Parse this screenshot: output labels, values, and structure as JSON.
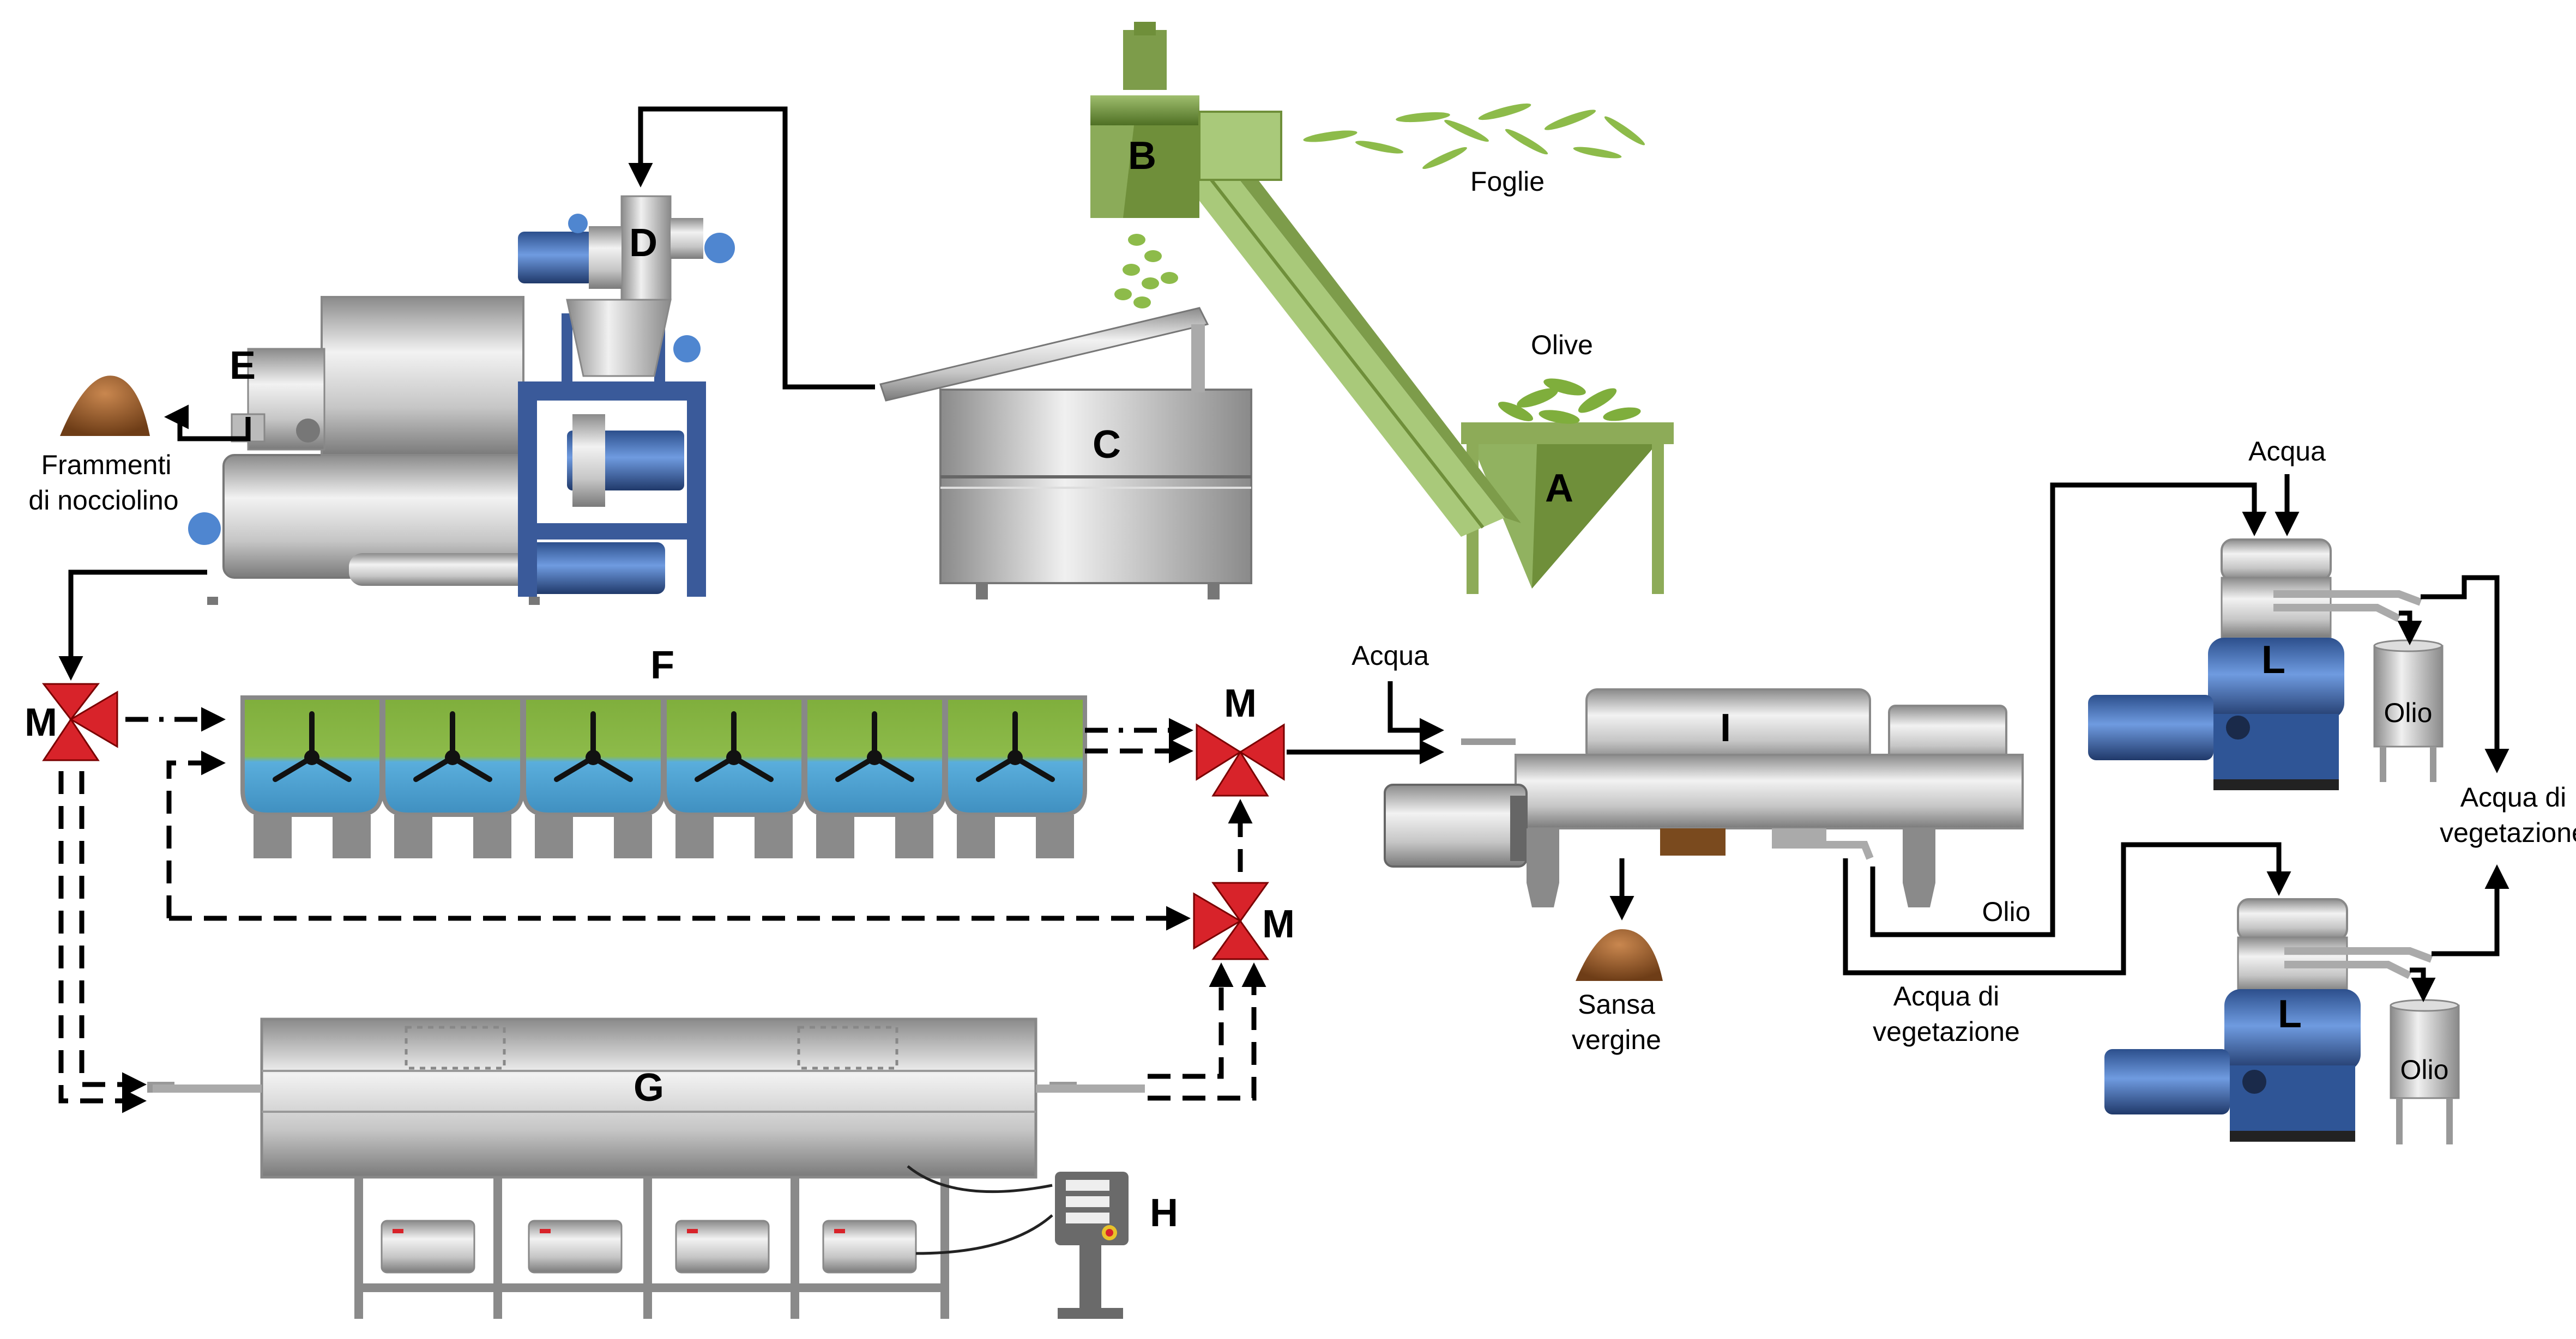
{
  "labels": {
    "foglie": "Foglie",
    "olive": "Olive",
    "frammenti_line1": "Frammenti",
    "frammenti_line2": "di nocciolino",
    "acqua_decanter": "Acqua",
    "acqua_separators": "Acqua",
    "olio_pipe": "Olio",
    "olio_tank_top": "Olio",
    "olio_tank_bottom": "Olio",
    "acqua_veg_right_line1": "Acqua di",
    "acqua_veg_right_line2": "vegetazione",
    "acqua_veg_bottom_line1": "Acqua di",
    "acqua_veg_bottom_line2": "vegetazione",
    "sansa_line1": "Sansa",
    "sansa_line2": "vergine"
  },
  "equipment": {
    "A": "A",
    "B": "B",
    "C": "C",
    "D": "D",
    "E": "E",
    "F": "F",
    "G": "G",
    "H": "H",
    "I": "I",
    "L_top": "L",
    "L_bottom": "L",
    "M_left": "M",
    "M_right_top": "M",
    "M_right_bottom": "M"
  },
  "colors": {
    "olive_green": "#6f8f3a",
    "light_green": "#a9c97a",
    "steel": "#c8c8c8",
    "motor_blue": "#3f6fb6",
    "frame_blue": "#3a5a9a",
    "valve_red": "#d8232a",
    "water_blue": "#5aaedc",
    "paste_green": "#7fae3c",
    "sansa_brown": "#7a4a1e"
  }
}
